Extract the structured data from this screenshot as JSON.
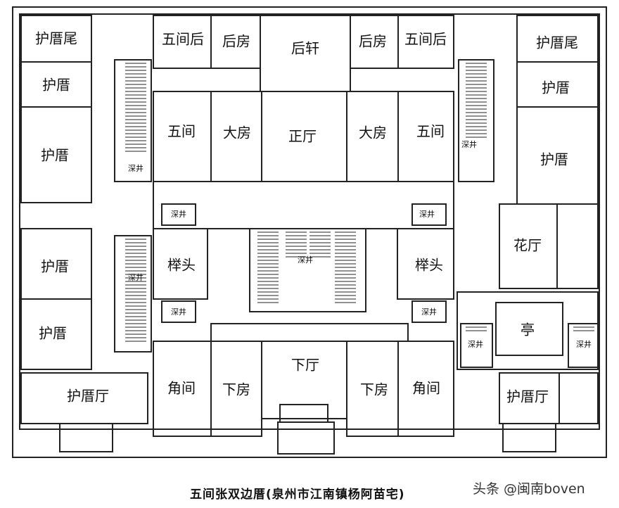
{
  "plan": {
    "rooms": {
      "left_hucuo_wei": "护厝尾",
      "left_hucuo_1": "护厝",
      "left_hucuo_2": "护厝",
      "left_hucuo_3": "护厝",
      "left_hucuo_4": "护厝",
      "left_hucuo_ting": "护厝厅",
      "right_hucuo_wei": "护厝尾",
      "right_hucuo_1": "护厝",
      "right_hucuo_2": "护厝",
      "right_hucuo_ting": "护厝厅",
      "wujianhou_l": "五间后",
      "houfang_l": "后房",
      "houxuan": "后轩",
      "houfang_r": "后房",
      "wujianhou_r": "五间后",
      "wujian_l": "五间",
      "dafang_l": "大房",
      "zhengting": "正厅",
      "dafang_r": "大房",
      "wujian_r": "五间",
      "jutou_l": "榉头",
      "jutou_r": "榉头",
      "huating": "花厅",
      "ting": "亭",
      "jiaojian_l": "角间",
      "xiafang_l": "下房",
      "xiating": "下厅",
      "xiafang_r": "下房",
      "jiaojian_r": "角间",
      "courtyard": "深井"
    },
    "caption": "五间张双边厝(泉州市江南镇杨阿苗宅)",
    "watermark": "头条 @闽南boven"
  }
}
